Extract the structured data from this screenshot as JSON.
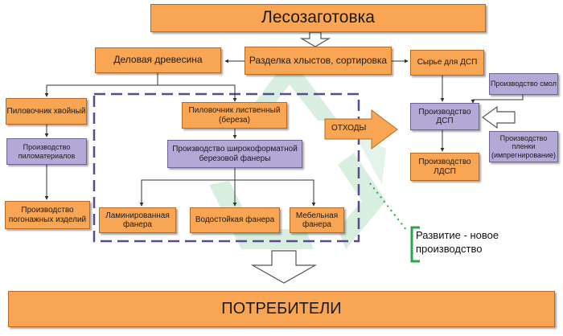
{
  "title": "Лесозаготовка",
  "consumers": "ПОТРЕБИТЕЛИ",
  "nodes": {
    "delovaya": "Деловая древесина",
    "razdelka": "Разделка хлыстов, сортировка",
    "syrye_dsp": "Сырье для ДСП",
    "proizv_smol": "Производство смол",
    "pilovochnik_hv": "Пиловочник хвойный",
    "pilovochnik_list": "Пиловочник лиственный (береза)",
    "othody": "ОТХОДЫ",
    "proizv_dsp": "Производство ДСП",
    "proizv_plenki": "Производство пленки (импрегнирование)",
    "proizv_pilomat": "Производство пиломатериалов",
    "proizv_faneri": "Производство широкоформатной березовой фанеры",
    "proizv_ldsp": "Производство ЛДСП",
    "proizv_pogon": "Производство погонажных изделий",
    "lamin": "Ламинированная фанера",
    "vodost": "Водостойкая фанера",
    "mebel": "Мебельная фанера"
  },
  "development_label": "Развитие - новое производство",
  "colors": {
    "orange": "#f8a654",
    "purple": "#b4a8d6",
    "dashed_border": "#5a4a8a",
    "green": "#2aa64a",
    "recycle": "#d8efe0"
  }
}
